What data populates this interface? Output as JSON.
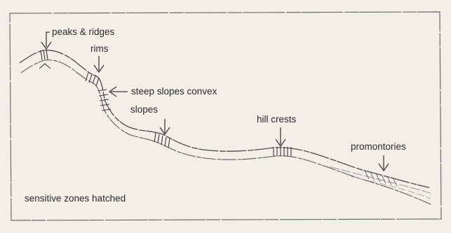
{
  "diagram": {
    "labels": {
      "peaks": "peaks & ridges",
      "rims": "rims",
      "steep": "steep slopes convex",
      "slopes": "slopes",
      "hill": "hill crests",
      "promontories": "promontories",
      "note": "sensitive zones hatched"
    },
    "colors": {
      "background": "#f1efe7",
      "frame": "#6d6d6d",
      "ink": "#4a4a4a"
    }
  }
}
